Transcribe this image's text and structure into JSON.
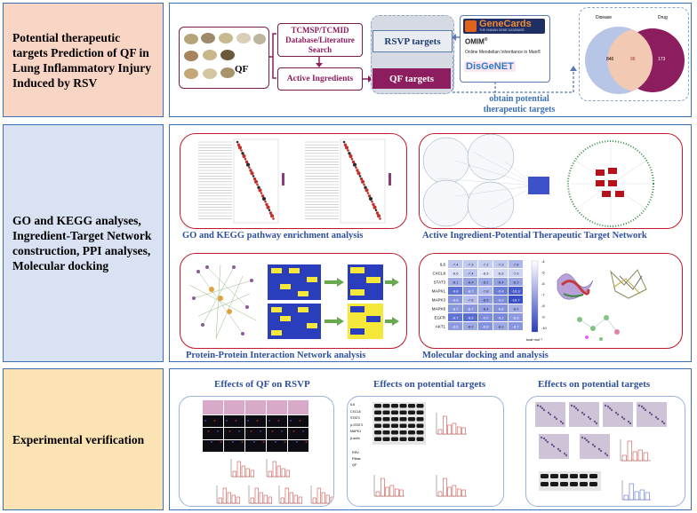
{
  "rows": [
    {
      "label": "Potential therapeutic targets Prediction of QF in Lung Inflammatory Injury Induced by RSV"
    },
    {
      "label": "GO and KEGG analyses, Ingredient-Target Network construction, PPI analyses, Molecular docking"
    },
    {
      "label": "Experimental verification"
    }
  ],
  "row1": {
    "qf_label": "QF",
    "db_label": "TCMSP/TCMID Database/Literature Search",
    "active_label": "Active Ingredients",
    "rsvp_targets": "RSVP targets",
    "qf_targets": "QF targets",
    "genecards": "GeneCards",
    "genecards_sub": "THE HUMAN GENE DATABASE",
    "omim": "OMIM",
    "omim_sup": "®",
    "omim_sub": "Online Mendelian Inheritance in Man®",
    "disgenet": "DisGeNET",
    "obtain": "obtain potential therapeutic targets",
    "venn_disease": "Disease",
    "venn_drug": "Drug",
    "venn_left": "846",
    "venn_mid": "96",
    "venn_right": "173"
  },
  "row2": {
    "go_caption": "GO and KEGG pathway enrichment analysis",
    "network_caption": "Active Ingredient-Potential Therapeutic Target Network",
    "ppi_caption": "Protein-Protein Interaction Network analysis",
    "docking_caption": "Molecular docking and analysis",
    "heatmap_rows": [
      "IL6",
      "CXCL8",
      "STAT3",
      "MAPK1",
      "MAPK3",
      "MAPK8",
      "EGFR",
      "AKT1"
    ],
    "heatmap_values": [
      [
        "-7.4",
        "-7.3",
        "-7.2",
        "-7.3",
        "-7.8"
      ],
      [
        "-6.6",
        "-7.4",
        "-6.5",
        "-6.9",
        "-7.0"
      ],
      [
        "-8.1",
        "-8.4",
        "-8.2",
        "-8.4",
        "-8.3"
      ],
      [
        "-9.8",
        "-8.7",
        "-7.8",
        "-9.4",
        "-10.3"
      ],
      [
        "-8.8",
        "-7.6",
        "-8.5",
        "-9.0",
        "-10.7"
      ],
      [
        "-8.7",
        "-8.7",
        "-8.4",
        "-8.8",
        "-8.0"
      ],
      [
        "-9.7",
        "-9.9",
        "-9.0",
        "-9.1",
        "-8.6"
      ],
      [
        "-8.6",
        "-8.2",
        "-8.8",
        "-8.2",
        "-8.7"
      ]
    ],
    "heatmap_scale": [
      "-4",
      "-5",
      "-6",
      "-7",
      "-8",
      "-9",
      "-10"
    ],
    "heatmap_unit": "kcal·mol⁻¹"
  },
  "row3": {
    "effects_rsvp": "Effects of QF on RSVP",
    "effects_targets_1": "Effects on potential targets",
    "effects_targets_2": "Effects on potential targets",
    "wb_labels": [
      "IL6",
      "CXCL8",
      "STAT3",
      "p-STAT3",
      "MAPK1",
      "β-actin"
    ],
    "group_rows": [
      "RSV",
      "Ribav",
      "QF"
    ]
  },
  "colors": {
    "row1_bg": "#f9d5c5",
    "row2_bg": "#d8e2f2",
    "row3_bg": "#fbe3b3",
    "border_blue": "#3b6fb6",
    "red": "#c21a2d",
    "maroon": "#8c1d5e",
    "caption_blue": "#2e4f9e"
  }
}
